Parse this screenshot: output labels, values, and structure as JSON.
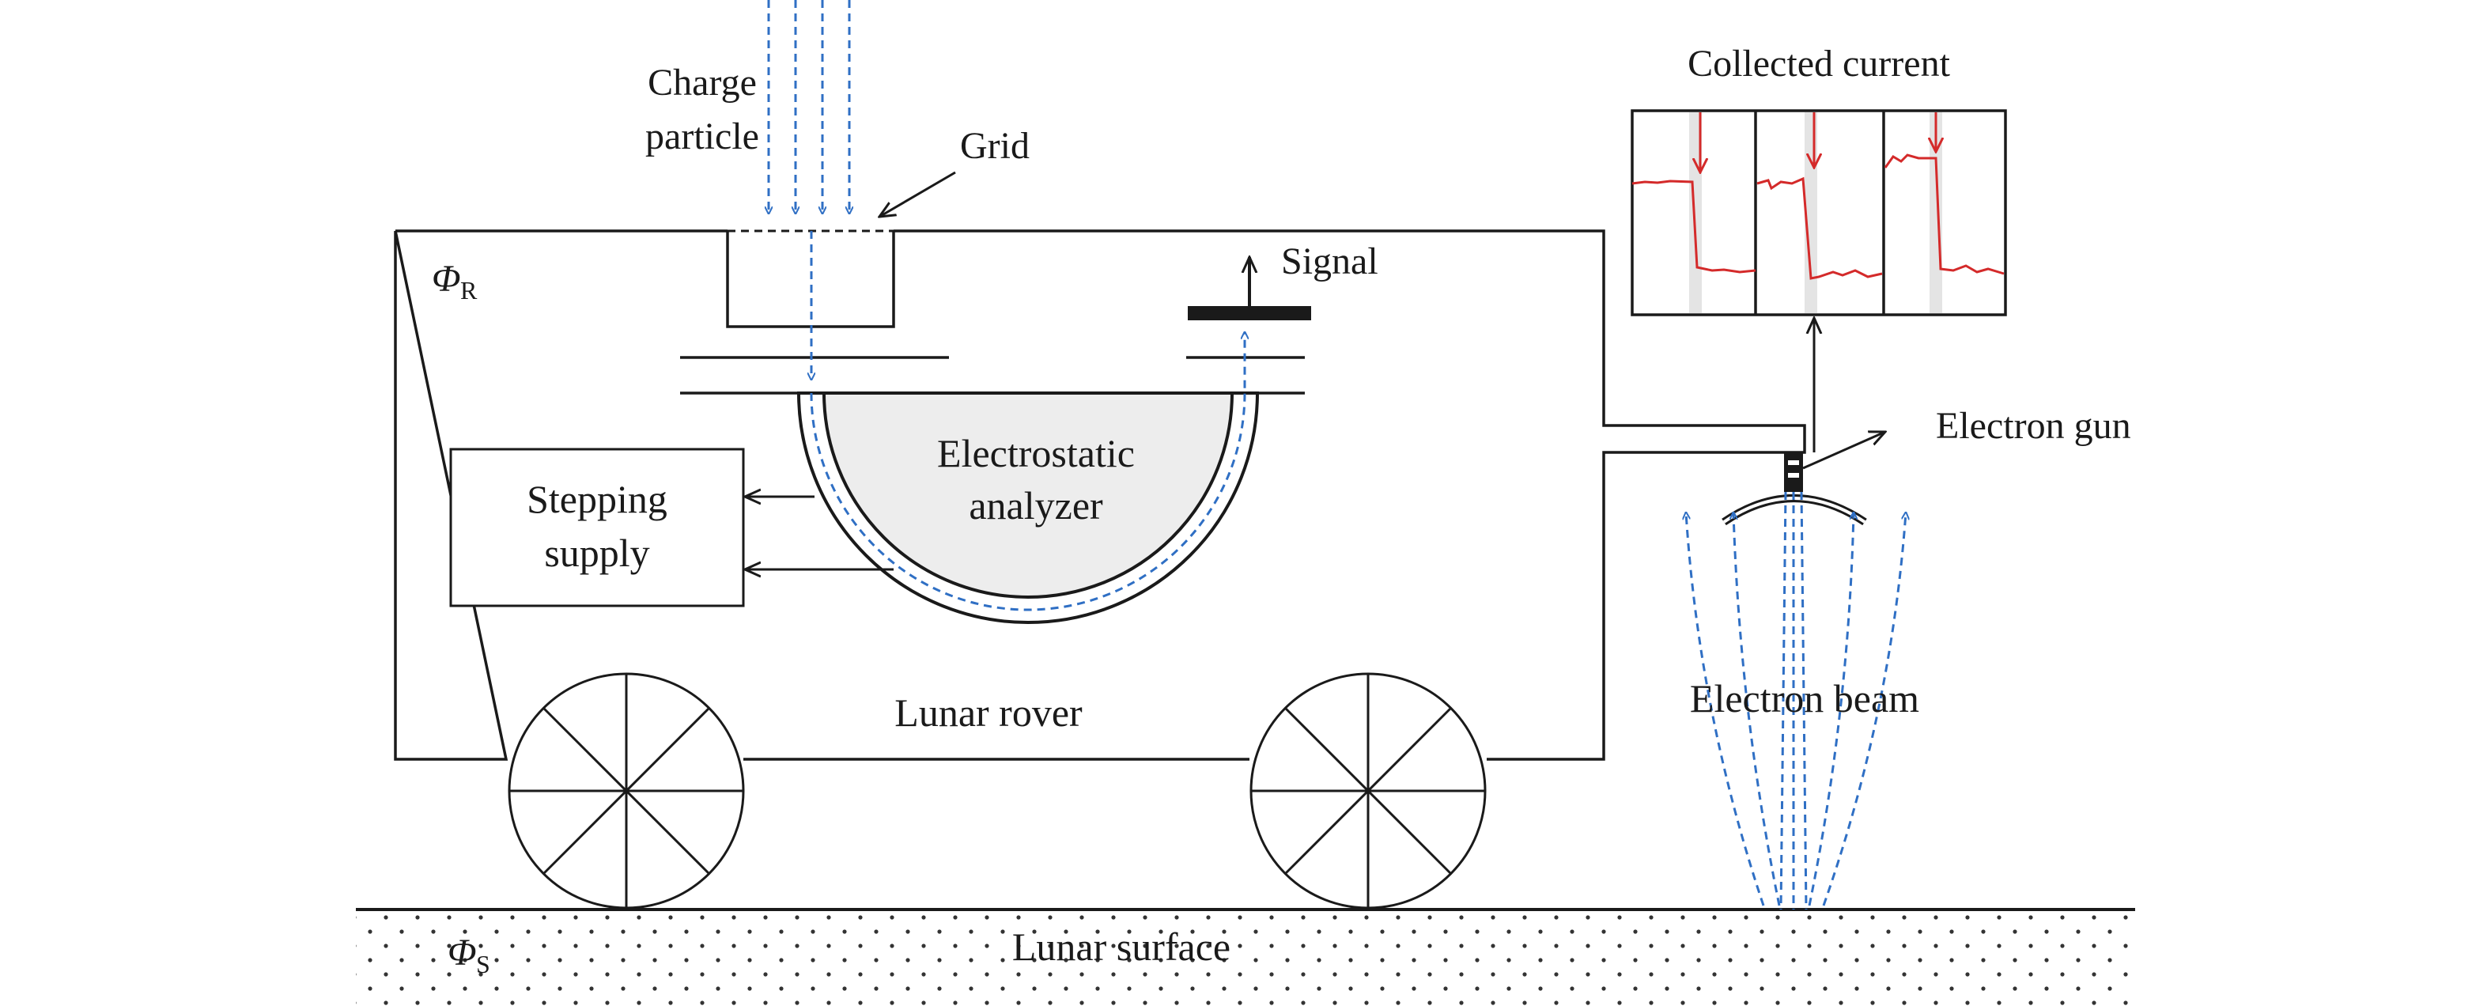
{
  "labels": {
    "charge_particle_line1": "Charge",
    "charge_particle_line2": "particle",
    "grid": "Grid",
    "signal": "Signal",
    "collected_current": "Collected current",
    "electron_gun": "Electron gun",
    "electrostatic_line1": "Electrostatic",
    "electrostatic_line2": "analyzer",
    "stepping_line1": "Stepping",
    "stepping_line2": "supply",
    "lunar_rover": "Lunar rover",
    "electron_beam": "Electron beam",
    "lunar_surface": "Lunar surface",
    "phi_r": "Φ",
    "phi_r_sub": "R",
    "phi_s": "Φ",
    "phi_s_sub": "S"
  },
  "colors": {
    "particle_path": "#2f6fc4",
    "current_trace": "#d42a2a",
    "analyzer_fill": "#ededed",
    "outline": "#1a1a1a"
  },
  "collected_current_trace": {
    "panels": 3,
    "description_levels": [
      "high",
      "low"
    ]
  }
}
